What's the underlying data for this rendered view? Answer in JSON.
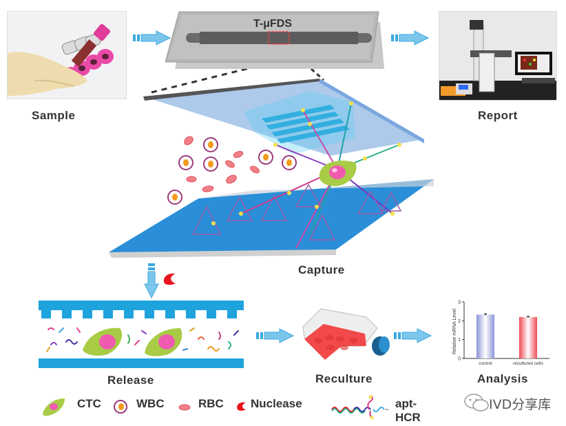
{
  "labels": {
    "sample": "Sample",
    "device": "T-μFDS",
    "report": "Report",
    "capture": "Capture",
    "release": "Release",
    "reculture": "Reculture",
    "analysis": "Analysis"
  },
  "legend": [
    {
      "icon": "ctc-cell-icon",
      "label": "CTC"
    },
    {
      "icon": "wbc-cell-icon",
      "label": "WBC"
    },
    {
      "icon": "rbc-cell-icon",
      "label": "RBC"
    },
    {
      "icon": "nuclease-icon",
      "label": "Nuclease"
    },
    {
      "icon": "apt-hcr-icon",
      "label": "apt-HCR"
    }
  ],
  "watermark": "IVD分享库",
  "colors": {
    "arrow": "#3aa8e0",
    "chip_blue": "#1e9fd8",
    "ctc_green": "#a8cc45",
    "nucleus_pink": "#f05bb0",
    "wbc_ring": "#9b3a7a",
    "wbc_core": "#f39a1c",
    "rbc": "#e8616a",
    "nuclease": "#e8141e",
    "flask_red": "#f24a4a",
    "cap_blue": "#1a5f8f"
  },
  "chart_data": {
    "type": "bar",
    "title": "",
    "xlabel": "",
    "ylabel": "Relative mRNA Level",
    "categories": [
      "control",
      "recultured cells"
    ],
    "values": [
      2.33,
      2.2
    ],
    "errors": [
      0.03,
      0.03
    ],
    "ylim": [
      0,
      3
    ],
    "yticks": [
      0,
      1,
      2,
      3
    ],
    "bar_colors": [
      "#8a93d6",
      "#ee4a55"
    ],
    "grid": false
  }
}
